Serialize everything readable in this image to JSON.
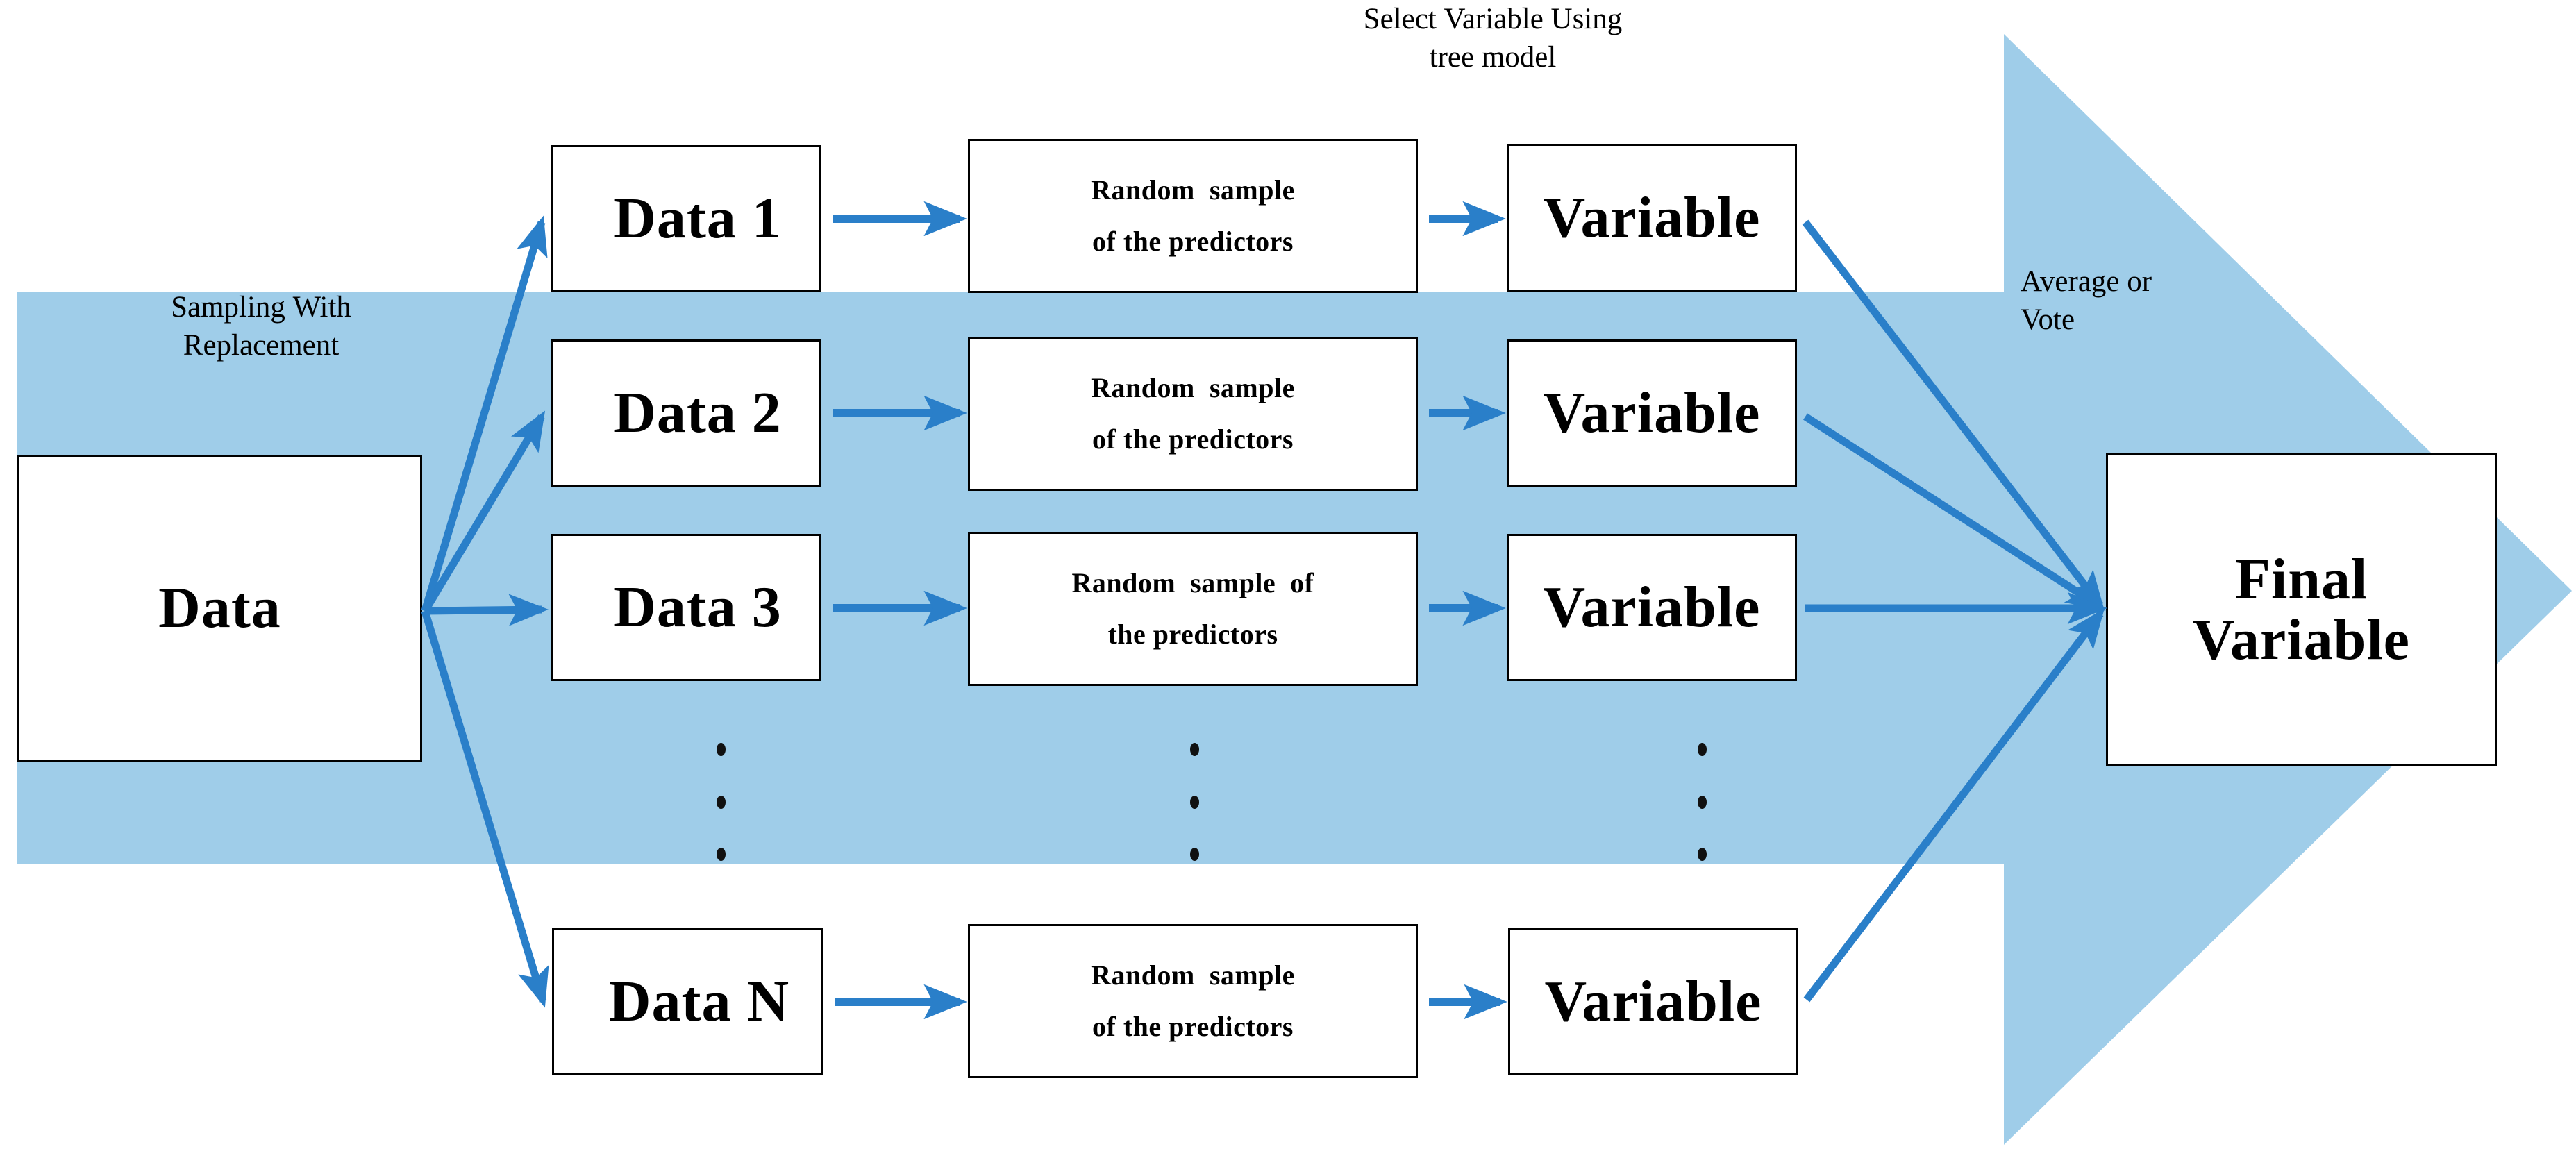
{
  "diagram": {
    "title_top": "Select Variable Using\ntree model",
    "label_sampling": "Sampling With\nReplacement",
    "label_average": "Average or\nVote",
    "colors": {
      "band_blue": "#9fcde9",
      "arrow_blue": "#2a7fc9",
      "box_border": "#000000",
      "box_fill": "#ffffff",
      "text": "#000000"
    },
    "source_node": {
      "label": "Data"
    },
    "final_node": {
      "label": "Final\nVariable"
    },
    "rows": [
      {
        "data_label": "Data 1",
        "predictor_label": "Random  sample\nof the predictors",
        "variable_label": "Variable"
      },
      {
        "data_label": "Data 2",
        "predictor_label": "Random  sample\nof the predictors",
        "variable_label": "Variable"
      },
      {
        "data_label": "Data 3",
        "predictor_label": "Random  sample  of\nthe predictors",
        "variable_label": "Variable"
      },
      {
        "data_label": "Data N",
        "predictor_label": "Random  sample\nof the predictors",
        "variable_label": "Variable"
      }
    ],
    "ellipsis": {
      "glyph": "•",
      "count": 3,
      "columns": [
        "data-column",
        "predictor-column",
        "variable-column"
      ]
    }
  }
}
